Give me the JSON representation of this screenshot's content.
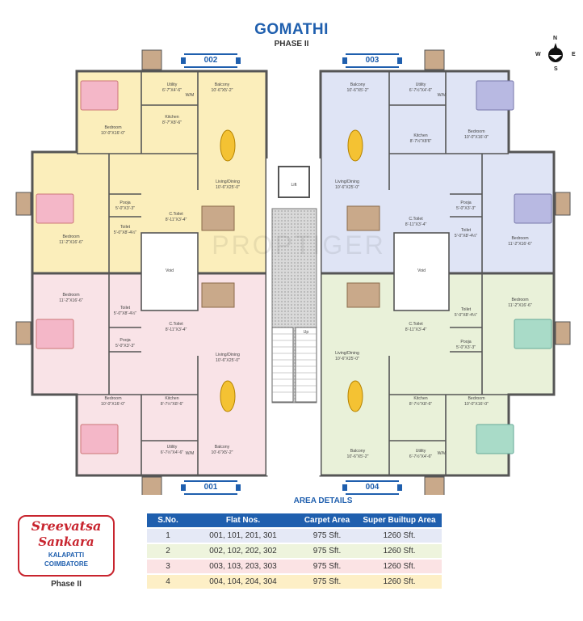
{
  "header": {
    "title": "GOMATHI",
    "subtitle": "PHASE II"
  },
  "compass": {
    "n": "N",
    "e": "E",
    "s": "S",
    "w": "W"
  },
  "watermark": "PROPTIGER",
  "flats": {
    "f001": "001",
    "f002": "002",
    "f003": "003",
    "f004": "004"
  },
  "rooms": {
    "f002": {
      "utility": "Utility\n6'-7\"X4'-6\"",
      "balcony": "Balcony\n10'-6\"X5'-2\"",
      "kitchen": "Kitchen\n8'-7\"X8'-6\"",
      "bedroom_top": "Bedroom\n10'-0\"X16'-0\"",
      "living": "Living/Dining\n10'-6\"X25'-0\"",
      "pooja": "Pooja\n5'-0\"X3'-3\"",
      "ctoilet": "C.Toilet\n8'-11\"X3'-4\"",
      "toilet": "Toilet\n5'-0\"X8'-4½\"",
      "bedroom_left": "Bedroom\n11'-2\"X16'-6\"",
      "wm": "W/M"
    },
    "f003": {
      "balcony": "Balcony\n10'-6\"X5'-2\"",
      "utility": "Utility\n6'-7½\"X4'-6\"",
      "kitchen": "Kitchen\n8'-7½\"X8'6\"",
      "bedroom_top": "Bedroom\n10'-0\"X16'-0\"",
      "living": "Living/Dining\n10'-6\"X25'-0\"",
      "pooja": "Pooja\n5'-0\"X3'-3\"",
      "ctoilet": "C.Toilet\n8'-11\"X3'-4\"",
      "toilet": "Toilet\n5'-0\"X8'-4½\"",
      "bedroom_right": "Bedroom\n11'-2\"X16'-6\"",
      "wm": "W/M"
    },
    "f001": {
      "bedroom_left": "Bedroom\n11'-2\"X16'-6\"",
      "toilet": "Toilet\n5'-0\"X8'-4½\"",
      "pooja": "Pooja\n5'-0\"X3'-3\"",
      "ctoilet": "C.Toilet\n8'-11\"X3'-4\"",
      "living": "Living/Dining\n10'-6\"X25'-0\"",
      "bedroom_bottom": "Bedroom\n10'-0\"X16'-0\"",
      "kitchen": "Kitchen\n8'-7½\"X8'-6\"",
      "utility": "Utility\n6'-7½\"X4'-6\"",
      "balcony": "Balcony\n10'-6\"X5'-2\"",
      "wm": "W/M"
    },
    "f004": {
      "bedroom_right": "Bedroom\n11'-2\"X16'-6\"",
      "toilet": "Toilet\n5'-0\"X8'-4½\"",
      "pooja": "Pooja\n5'-0\"X3'-3\"",
      "ctoilet": "C.Toilet\n8'-11\"X3'-4\"",
      "living": "Living/Dining\n10'-6\"X25'-0\"",
      "kitchen": "Kitchen\n8'-7½\"X8'-6\"",
      "bedroom_bottom": "Bedroom\n10'-0\"X16'-0\"",
      "balcony": "Balcony\n10'-6\"X5'-2\"",
      "utility": "Utility\n6'-7½\"X4'-6\"",
      "wm": "W/M"
    },
    "core": {
      "lift": "Lift",
      "void_left": "Void",
      "void_right": "Void",
      "up": "Up"
    }
  },
  "area": {
    "title": "AREA DETAILS",
    "headers": [
      "S.No.",
      "Flat Nos.",
      "Carpet Area",
      "Super Builtup Area"
    ],
    "rows": [
      {
        "sno": "1",
        "flats": "001, 101, 201, 301",
        "carpet": "975 Sft.",
        "super": "1260 Sft."
      },
      {
        "sno": "2",
        "flats": "002, 102, 202, 302",
        "carpet": "975 Sft.",
        "super": "1260 Sft."
      },
      {
        "sno": "3",
        "flats": "003, 103, 203, 303",
        "carpet": "975 Sft.",
        "super": "1260 Sft."
      },
      {
        "sno": "4",
        "flats": "004, 104, 204, 304",
        "carpet": "975 Sft.",
        "super": "1260 Sft."
      }
    ]
  },
  "logo": {
    "line1": "Sreevatsa",
    "line2": "Sankara",
    "line3": "KALAPATTI",
    "line4": "COIMBATORE",
    "phase": "Phase II"
  },
  "colors": {
    "accent": "#1f5fae",
    "flat002": "#fbeebb",
    "flat003": "#dfe4f5",
    "flat001": "#f9e3e7",
    "flat004": "#e9f1d9",
    "row1": "#e5e9f6",
    "row2": "#eef4dd",
    "row3": "#fbe3e4",
    "row4": "#fdefc6",
    "logo_red": "#c8242e"
  }
}
